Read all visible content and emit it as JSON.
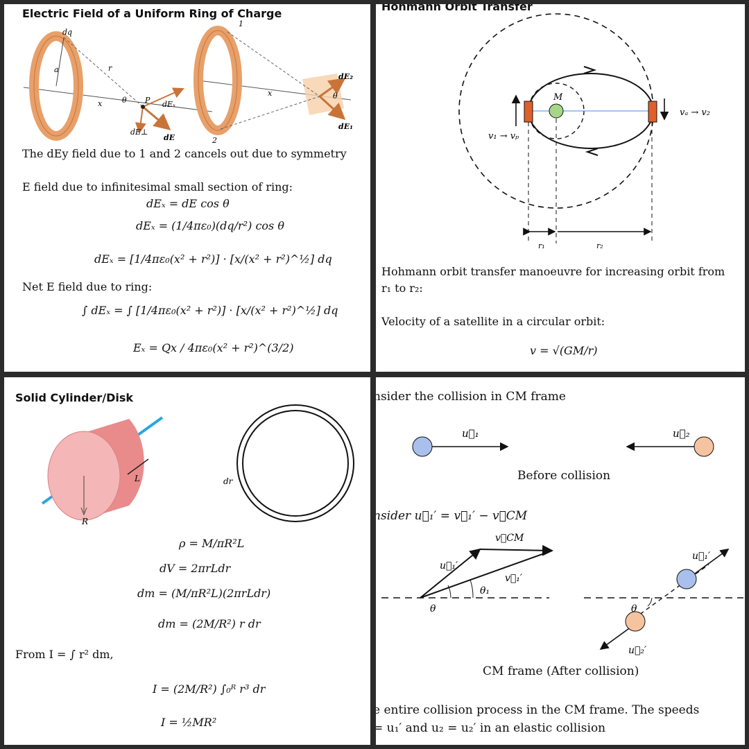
{
  "panel1": {
    "title": "Electric Field of a Uniform Ring of Charge",
    "ring_labels": {
      "dq": "dq",
      "a": "a",
      "r": "r",
      "x": "x",
      "theta": "θ",
      "P": "P",
      "dEx": "dEₓ",
      "dEperp": "dE⊥",
      "dE": "dE",
      "one": "1",
      "two": "2",
      "x2": "x",
      "dE2": "dE₂",
      "dE1": "dE₁",
      "theta2": "θ"
    },
    "symmetry_note": "The dEy field due to 1 and 2 cancels out due to symmetry",
    "section_label": "E field due to infinitesimal small section of ring:",
    "eq1": "dEₓ = dE cos θ",
    "eq2": "dEₓ = (1/4πε₀)(dq/r²) cos θ",
    "eq3": "dEₓ = [1/4πε₀(x² + r²)] · [x/(x² + r²)^½] dq",
    "net_label": "Net E field due to ring:",
    "eq4": "∫ dEₓ = ∫ [1/4πε₀(x² + r²)] · [x/(x² + r²)^½] dq",
    "eq5": "Eₓ = Qx / 4πε₀(x² + r²)^(3/2)"
  },
  "panel2": {
    "title": "Hohmann Orbit Transfer",
    "labels": {
      "M": "M",
      "va": "vₐ → v₂",
      "v1": "v₁ → vₚ",
      "r1": "r₁",
      "r2": "r₂"
    },
    "desc": "Hohmann orbit transfer manoeuvre for increasing orbit from r₁ to r₂:",
    "desc_line1": "Hohmann orbit transfer manoeuvre for increasing orbit from",
    "desc_line2": "r₁ to r₂:",
    "vel_label": "Velocity of a satellite in a circular orbit:",
    "vel_eq": "v = √(GM/r)"
  },
  "panel3": {
    "title": "Solid Cylinder/Disk",
    "labels": {
      "L": "L",
      "R": "R",
      "dr": "dr"
    },
    "eq1": "ρ = M/πR²L",
    "eq2": "dV = 2πrLdr",
    "eq3": "dm = (M/πR²L)(2πrLdr)",
    "eq4": "dm = (2M/R²) r dr",
    "from_label": "From I = ∫ r² dm,",
    "eq5": "I = (2M/R²) ∫₀ᴿ r³ dr",
    "eq6": "I = ½MR²"
  },
  "panel4": {
    "heading1": "nsider the collision in CM frame",
    "u1": "u⃗₁",
    "u2": "u⃗₂",
    "before": "Before collision",
    "heading2": "nsider u⃗₁′ = v⃗₁′ − v⃗CM",
    "vcm": "v⃗CM",
    "u1p": "u⃗₁′",
    "v1p": "v⃗₁′",
    "theta1": "θ₁",
    "theta": "θ",
    "u1p_b": "u⃗₁′",
    "u2p_b": "u⃗₂′",
    "theta_b": "θ",
    "after": "CM frame (After collision)",
    "footer1": "e entire collision process in the CM frame. The speeds",
    "footer2": "= u₁′ and u₂ = u₂′ in an elastic collision"
  },
  "colors": {
    "ring": "#e8a06a",
    "ring_dark": "#c87438",
    "cylinder": "#f4b6b6",
    "axis": "#2aa6e0",
    "mass_green": "#a6d68a",
    "rocket": "#e0602a",
    "ball_blue": "#a9c0ec",
    "ball_orange": "#f6c3a0",
    "frame": "#2b2b2b"
  }
}
